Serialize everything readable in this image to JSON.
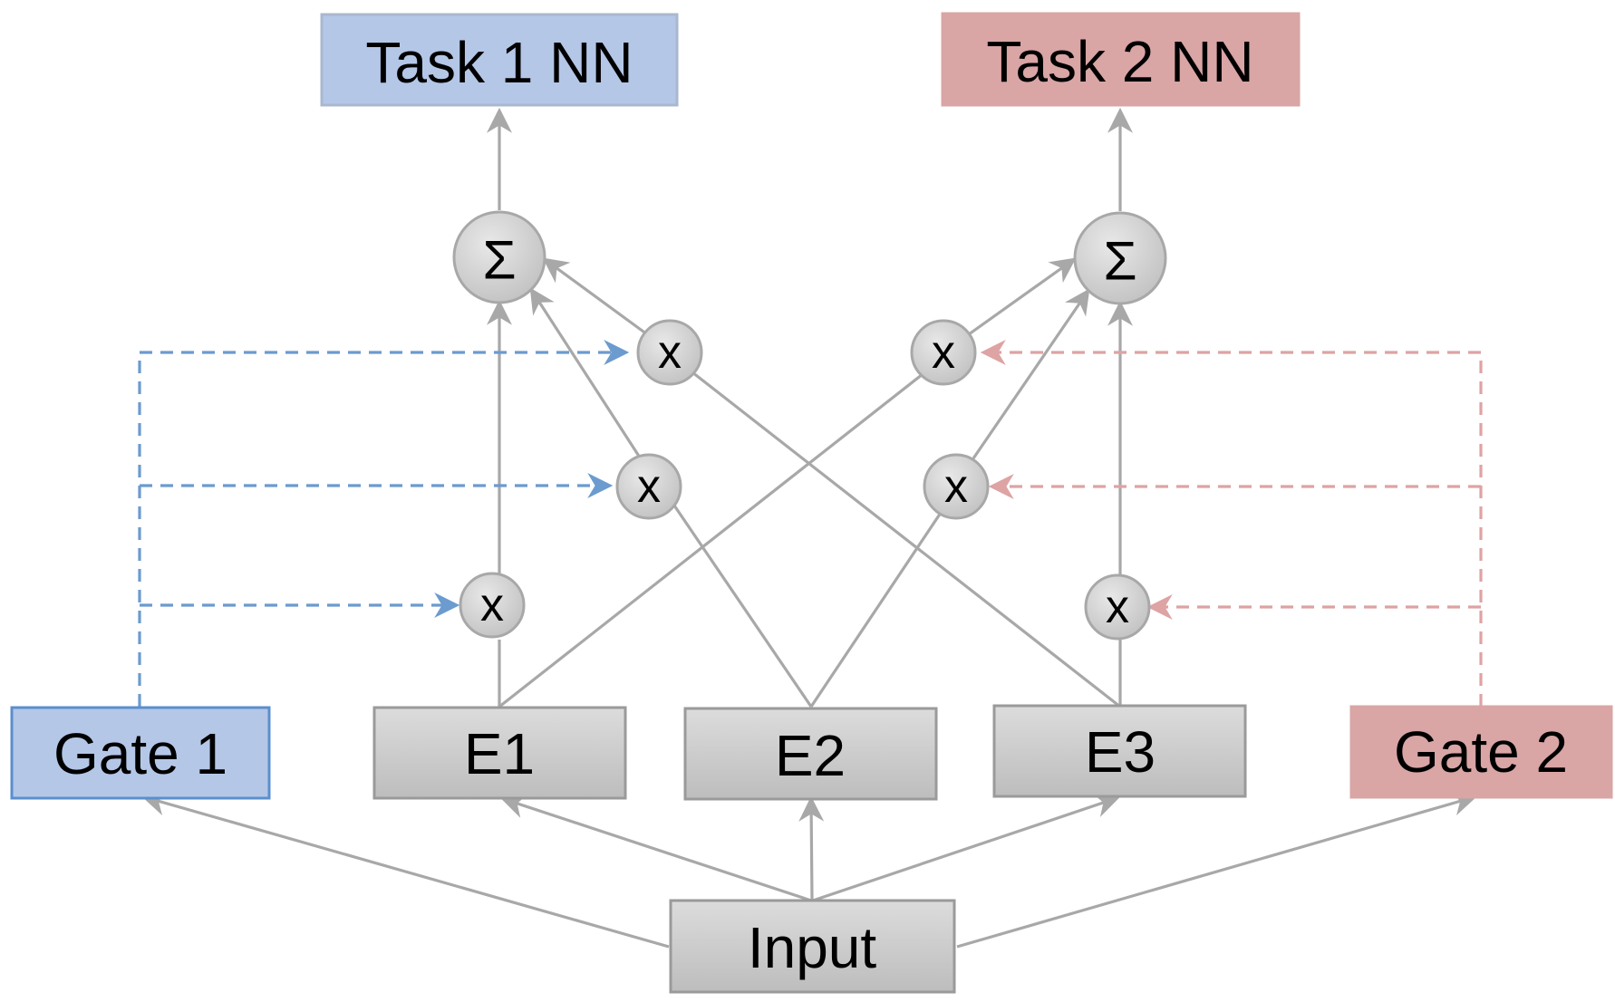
{
  "colors": {
    "task1_fill": "#b4c7e7",
    "task1_stroke": "#a9b8cf",
    "task2_fill": "#d9a5a5",
    "gate1_fill": "#b4c7e7",
    "gate1_stroke": "#5b8fcd",
    "gate2_fill": "#d9a5a5",
    "expert_fill_top": "#dcdcdc",
    "expert_fill_bottom": "#bdbdbd",
    "expert_stroke": "#9a9a9a",
    "node_fill_top": "#e4e4e4",
    "node_fill_bottom": "#c2c2c2",
    "edge": "#a8a8a8",
    "gate1_line": "#6b9bcf",
    "gate2_line": "#dea3a3"
  },
  "towers": [
    {
      "id": "task1",
      "label": "Task 1 NN"
    },
    {
      "id": "task2",
      "label": "Task 2 NN"
    }
  ],
  "gates": [
    {
      "id": "gate1",
      "label": "Gate 1"
    },
    {
      "id": "gate2",
      "label": "Gate 2"
    }
  ],
  "experts": [
    {
      "id": "e1",
      "label": "E1"
    },
    {
      "id": "e2",
      "label": "E2"
    },
    {
      "id": "e3",
      "label": "E3"
    }
  ],
  "input": {
    "label": "Input"
  },
  "sum_nodes": [
    {
      "id": "sum1",
      "label": "Σ"
    },
    {
      "id": "sum2",
      "label": "Σ"
    }
  ],
  "multiply_nodes": [
    {
      "id": "m1a",
      "label": "x"
    },
    {
      "id": "m1b",
      "label": "x"
    },
    {
      "id": "m1c",
      "label": "x"
    },
    {
      "id": "m2a",
      "label": "x"
    },
    {
      "id": "m2b",
      "label": "x"
    },
    {
      "id": "m2c",
      "label": "x"
    }
  ]
}
